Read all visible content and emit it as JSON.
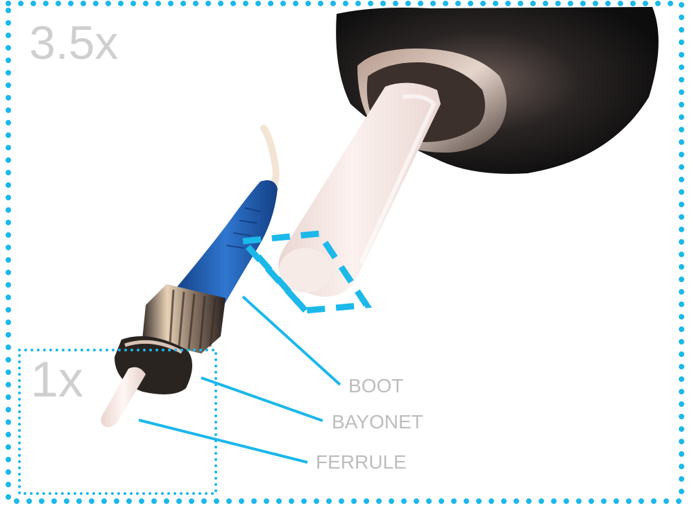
{
  "zoom": {
    "large_view": "3.5x",
    "small_view": "1x"
  },
  "callouts": {
    "boot": "BOOT",
    "bayonet": "BAYONET",
    "ferrule": "FERRULE"
  },
  "colors": {
    "frame": "#1cb8ea",
    "leader_line": "#1cb8ea",
    "label_text": "#bdbdbd",
    "zoom_text": "#cfcfcf",
    "boot_blue": "#1f5fb5",
    "ferrule": "#f5e6e2",
    "metal_dark": "#1e1e1e"
  }
}
